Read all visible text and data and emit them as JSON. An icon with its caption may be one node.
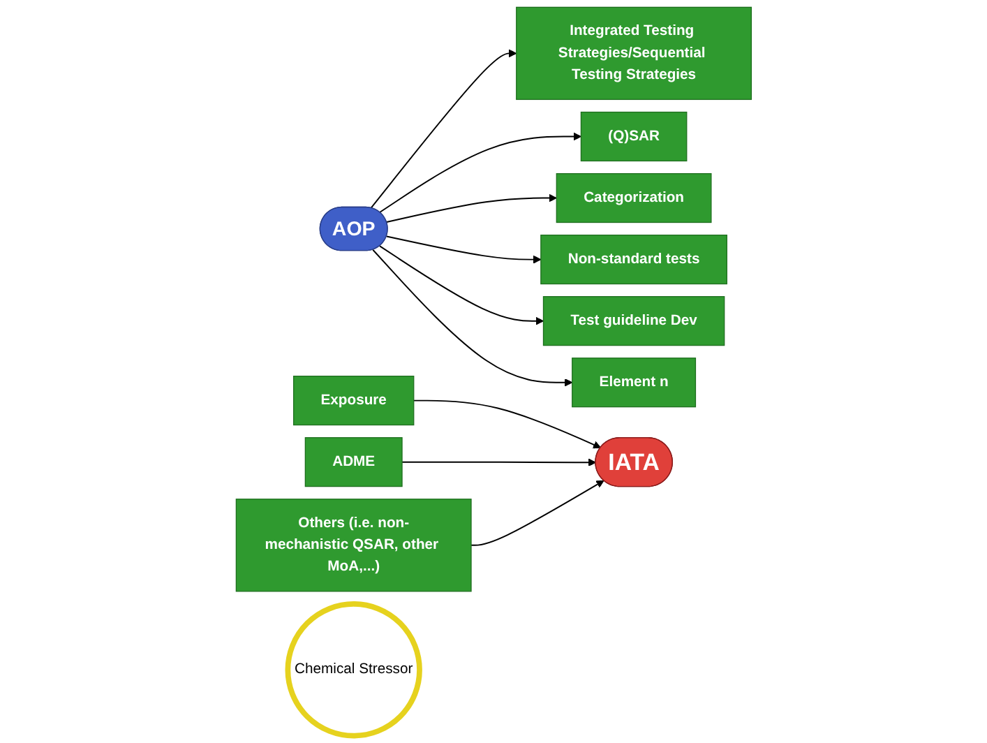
{
  "diagram": {
    "nodes": [
      {
        "text": [
          "AOP"
        ]
      },
      {
        "text": [
          "Integrated Testing Strategies/Sequential Testing Strategies"
        ]
      },
      {
        "text": [
          "(Q)SAR"
        ]
      },
      {
        "text": [
          "Categorization"
        ]
      },
      {
        "text": [
          "Non-standard tests"
        ]
      },
      {
        "text": [
          "Test guideline Dev"
        ]
      },
      {
        "text": [
          "Element n"
        ]
      },
      {
        "text": [
          "IATA"
        ]
      },
      {
        "text": [
          "Exposure"
        ]
      },
      {
        "text": [
          "ADME"
        ]
      },
      {
        "text": [
          "Others (i.e. non-mechanistic QSAR, other MoA,...)"
        ]
      },
      {
        "text": [
          "Chemical Stressor"
        ]
      }
    ],
    "edges": [
      {
        "from": 0,
        "to": 1,
        "arrow": "to"
      },
      {
        "from": 0,
        "to": 2,
        "arrow": "to"
      },
      {
        "from": 0,
        "to": 3,
        "arrow": "to"
      },
      {
        "from": 0,
        "to": 4,
        "arrow": "to"
      },
      {
        "from": 0,
        "to": 5,
        "arrow": "to"
      },
      {
        "from": 0,
        "to": 6,
        "arrow": "to"
      },
      {
        "from": 8,
        "to": 7,
        "arrow": "to"
      },
      {
        "from": 9,
        "to": 7,
        "arrow": "to"
      },
      {
        "from": 10,
        "to": 7,
        "arrow": "to"
      }
    ]
  }
}
